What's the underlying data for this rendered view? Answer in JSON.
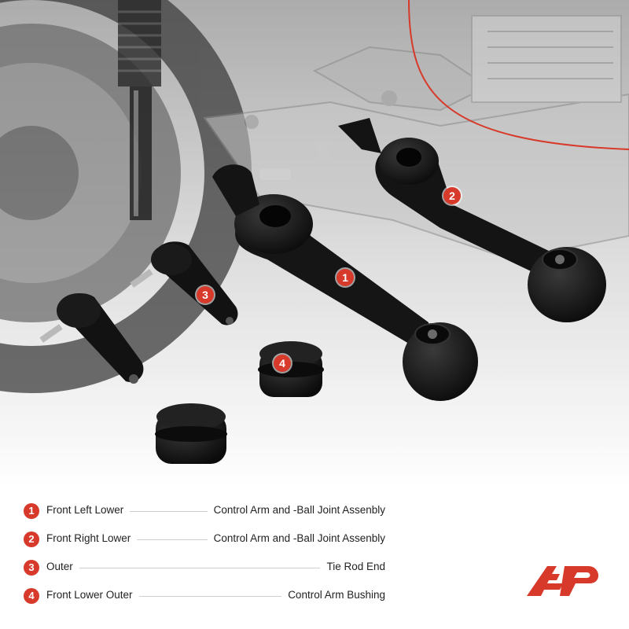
{
  "callouts": [
    {
      "number": "1",
      "part": "Front Left Lower",
      "description": "Control Arm and -Ball Joint Assenbly"
    },
    {
      "number": "2",
      "part": "Front Right Lower",
      "description": "Control Arm and -Ball Joint Assenbly"
    },
    {
      "number": "3",
      "part": "Outer",
      "description": "Tie Rod End"
    },
    {
      "number": "4",
      "part": "Front Lower Outer",
      "description": "Control Arm Bushing"
    }
  ],
  "colors": {
    "accent": "#d7392a",
    "text": "#222222",
    "rule": "#cfcfcf",
    "part_black": "#141414"
  },
  "logo_icon": "brand-logo-icon"
}
